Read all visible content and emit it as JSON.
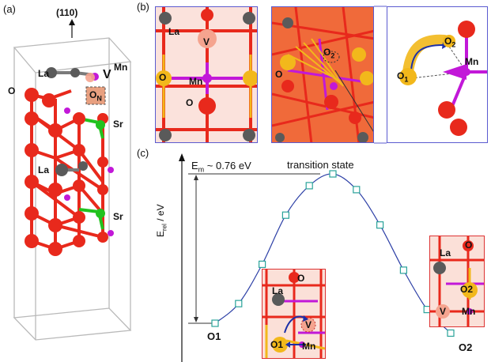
{
  "panels": {
    "a": "(a)",
    "b": "(b)",
    "c": "(c)"
  },
  "panel_a": {
    "direction": "(110)",
    "atoms": {
      "mn": "Mn",
      "la_top": "La",
      "v": "V",
      "o": "O",
      "o_n": "O",
      "o_n_sub": "N",
      "sr_upper": "Sr",
      "la_mid": "La",
      "sr_lower": "Sr"
    }
  },
  "panel_b": {
    "left": {
      "la": "La",
      "v": "V",
      "o": "O",
      "mn": "Mn",
      "o_bottom": "O"
    },
    "middle": {
      "o2": "O",
      "o2_sub": "2",
      "o": "O"
    },
    "right": {
      "o2": "O",
      "o2_sub": "2",
      "o1": "O",
      "o1_sub": "1",
      "mn": "Mn"
    }
  },
  "panel_c": {
    "ylabel_main": "E",
    "ylabel_sub": "rel",
    "ylabel_unit": " / eV",
    "barrier_main": "E",
    "barrier_sub": "m",
    "barrier_value": " ~ 0.76 eV",
    "ts_label": "transition state",
    "start_label": "O1",
    "end_label": "O2",
    "inset_left": {
      "la": "La",
      "o": "O",
      "v": "V",
      "o1": "O1",
      "mn": "Mn"
    },
    "inset_right": {
      "la": "La",
      "o": "O",
      "o2": "O2",
      "v": "V",
      "mn": "Mn"
    }
  },
  "colors": {
    "oxygen": "#e8291c",
    "lanthanum": "#6b6b6b",
    "manganese": "#c218d8",
    "strontium": "#22c21e",
    "vacancy": "#f5a48f",
    "migrating_oxygen": "#f2b81b",
    "curve": "#2c3fa6",
    "marker": "#2aa39a",
    "frame": "#5b5bd0"
  },
  "chart_data": {
    "type": "line",
    "title": "",
    "xlabel": "",
    "ylabel": "Erel / eV",
    "x": [
      0,
      1,
      2,
      3,
      4,
      5,
      6,
      7,
      8,
      9,
      10
    ],
    "y": [
      0.0,
      0.1,
      0.3,
      0.55,
      0.7,
      0.76,
      0.68,
      0.5,
      0.27,
      0.07,
      -0.05
    ],
    "markers": "square",
    "barrier_eV": 0.76
  }
}
